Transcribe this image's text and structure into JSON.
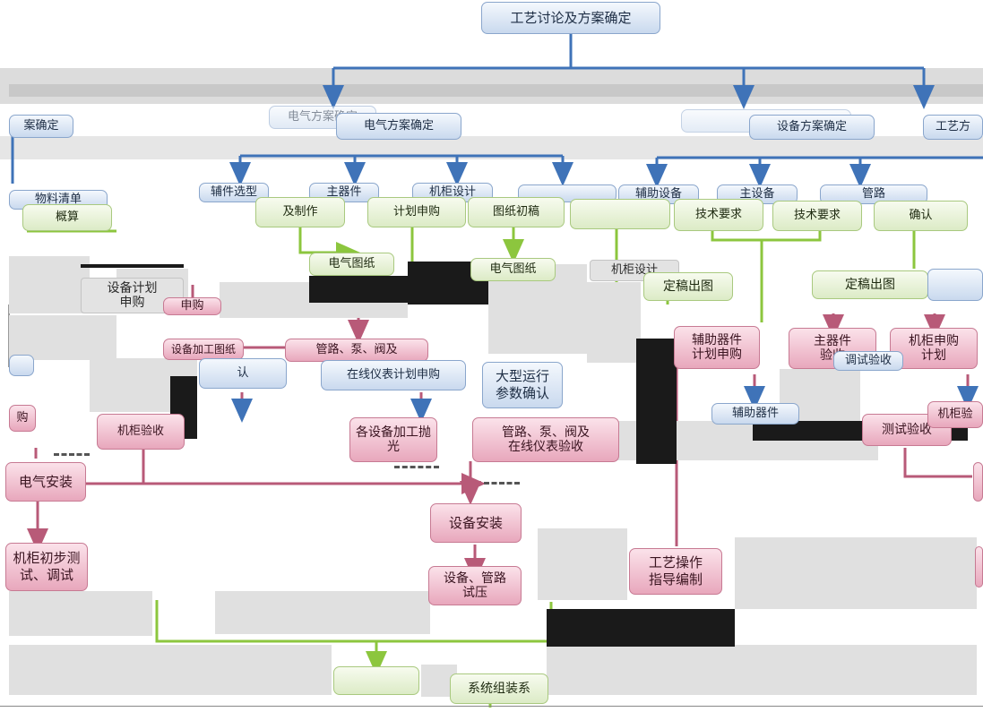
{
  "nodes": {
    "root": "工艺讨论及方案确定",
    "left_scheme": "案确定",
    "elec_scheme_ghost": "电气方案确定",
    "elec_scheme": "电气方案确定",
    "equip_scheme": "设备方案确定",
    "process_scheme": "工艺方",
    "aux_select": "辅件选型",
    "main_part": "主器件",
    "cabinet_design": "机柜设计",
    "material_list": "物料清单",
    "budget": "概算",
    "make": "及制作",
    "plan_purchase": "计划申购",
    "drawing_draft": "图纸初稿",
    "aux_equip": "辅助设备",
    "main_equip": "主设备",
    "pipeline": "管路",
    "tech_req": "技术要求",
    "tech_req2": "技术要求",
    "confirm": "确认",
    "elec_drawing": "电气图纸",
    "elec_drawing2": "电气图纸",
    "cabinet_design2": "机柜设计",
    "final_drawing_mid": "定稿出图",
    "final_drawing_right": "定稿出图",
    "equip_plan": "设备计划\n申购",
    "purchase": "申购",
    "equip_drawing": "设备加工图纸",
    "pipe_valve": "管路、泵、阀及",
    "confirm2": "认",
    "online_meter": "在线仪表计划申购",
    "big_run": "大型运行\n参数确认",
    "aux_parts": "辅助器件\n计划申购",
    "main_accept": "主器件\n验收",
    "cabinet_purchase": "机柜申购\n计划",
    "debug_accept": "调试验收",
    "aux_device": "辅助器件",
    "test_accept": "测试验收",
    "cabinet_right": "机柜验",
    "buy": "购",
    "cabinet_accept": "机柜验收",
    "equip_polish": "各设备加工抛\n光",
    "pipe_accept": "管路、泵、阀及\n在线仪表验收",
    "elec_install": "电气安装",
    "equip_install": "设备安装",
    "cabinet_test": "机柜初步测\n试、调试",
    "pressure_test": "设备、管路\n试压",
    "process_guide": "工艺操作\n指导编制",
    "system_assembly": "系统组装系"
  },
  "colors": {
    "connector_blue": "#3f73b8",
    "connector_green": "#8cc63e",
    "connector_pink": "#b85a78"
  }
}
